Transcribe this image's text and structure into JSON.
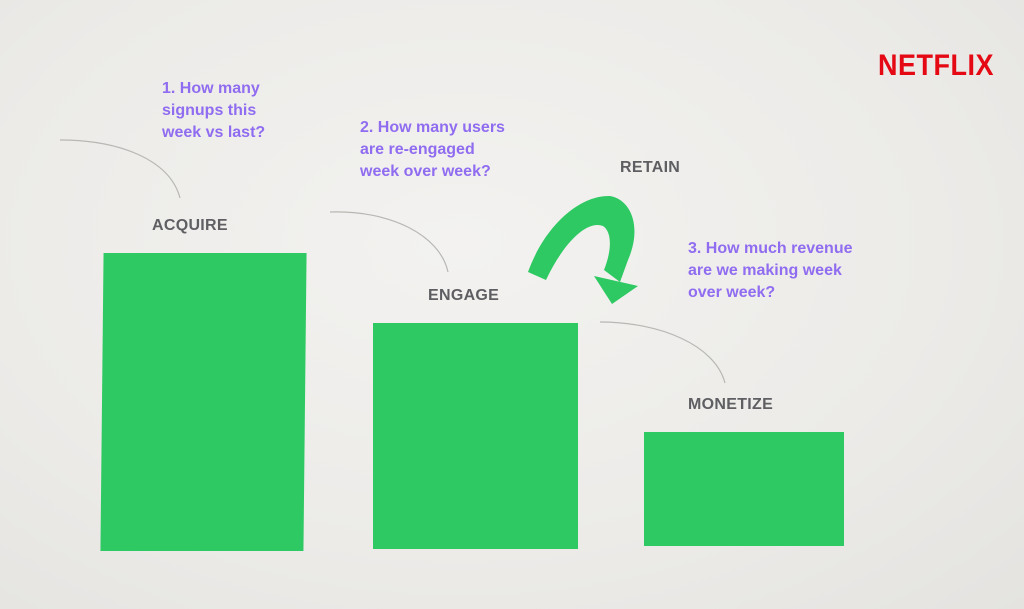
{
  "brand": {
    "name": "NETFLIX",
    "color": "#e50914"
  },
  "colors": {
    "question": "#8f6cf0",
    "stage": "#5f5e62",
    "bar": "#2ec962",
    "arrow": "#2ec962",
    "connector": "#b8b7b4"
  },
  "questions": [
    {
      "text": "1. How many\nsignups this\nweek vs last?"
    },
    {
      "text": "2. How many users\nare re-engaged\nweek over week?"
    },
    {
      "text": "3. How much revenue\nare we making week\nover week?"
    }
  ],
  "stages": {
    "acquire": "ACQUIRE",
    "engage": "ENGAGE",
    "retain": "RETAIN",
    "monetize": "MONETIZE"
  },
  "retain_arrow_icon": "curved-arrow-icon"
}
